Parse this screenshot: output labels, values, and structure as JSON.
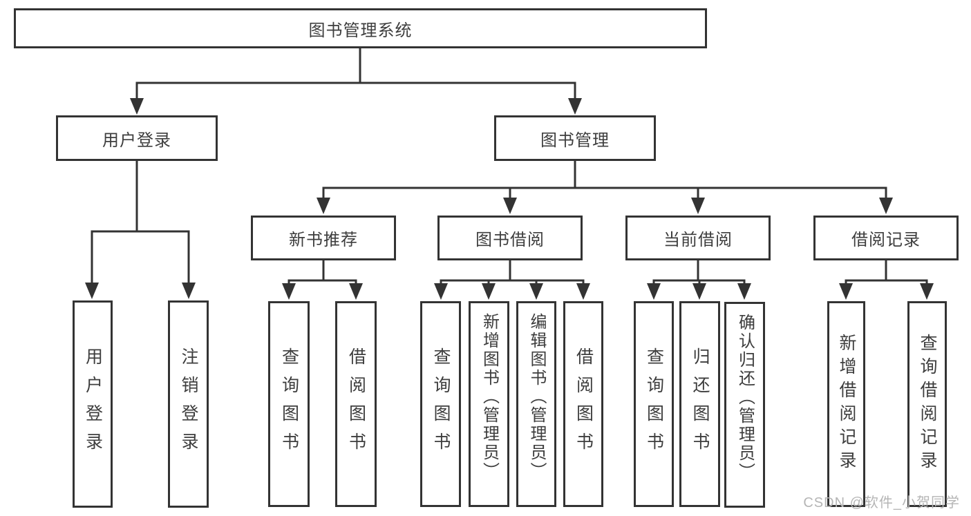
{
  "diagram": {
    "root": {
      "label": "图书管理系统",
      "children": [
        {
          "label": "用户登录",
          "children": [
            {
              "label": "用户登录"
            },
            {
              "label": "注销登录"
            }
          ]
        },
        {
          "label": "图书管理",
          "children": [
            {
              "label": "新书推荐",
              "children": [
                {
                  "label": "查询图书"
                },
                {
                  "label": "借阅图书"
                }
              ]
            },
            {
              "label": "图书借阅",
              "children": [
                {
                  "label": "查询图书"
                },
                {
                  "label": "新增图书（管理员）"
                },
                {
                  "label": "编辑图书（管理员）"
                },
                {
                  "label": "借阅图书"
                }
              ]
            },
            {
              "label": "当前借阅",
              "children": [
                {
                  "label": "查询图书"
                },
                {
                  "label": "归还图书"
                },
                {
                  "label": "确认归还（管理员）"
                }
              ]
            },
            {
              "label": "借阅记录",
              "children": [
                {
                  "label": "新增借阅记录"
                },
                {
                  "label": "查询借阅记录"
                }
              ]
            }
          ]
        }
      ]
    }
  },
  "watermark": "CSDN @软件_小贺同学",
  "colors": {
    "line": "#333333",
    "text": "#3d3d3d",
    "watermark": "#b5b5b5",
    "background": "#ffffff"
  }
}
